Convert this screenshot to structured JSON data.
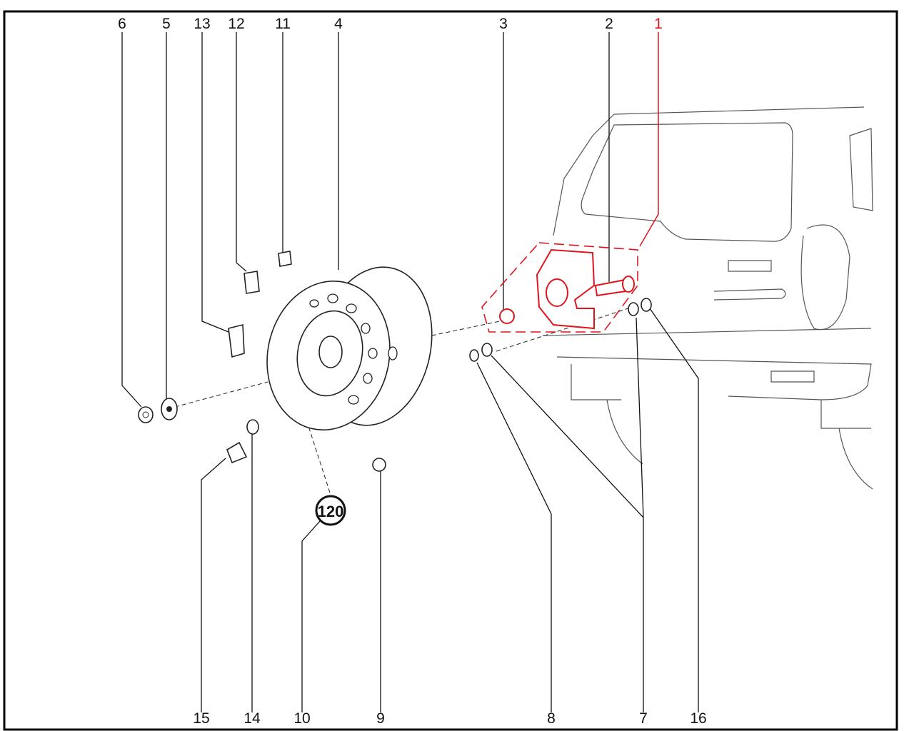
{
  "diagram": {
    "top_labels": [
      "6",
      "5",
      "13",
      "12",
      "11",
      "4",
      "3",
      "2",
      "1"
    ],
    "bottom_labels": [
      "15",
      "14",
      "10",
      "9",
      "8",
      "7",
      "16"
    ],
    "highlighted_label": "1",
    "reference_badge": "120",
    "colors": {
      "highlight": "#e0141e",
      "line": "#111111"
    }
  }
}
